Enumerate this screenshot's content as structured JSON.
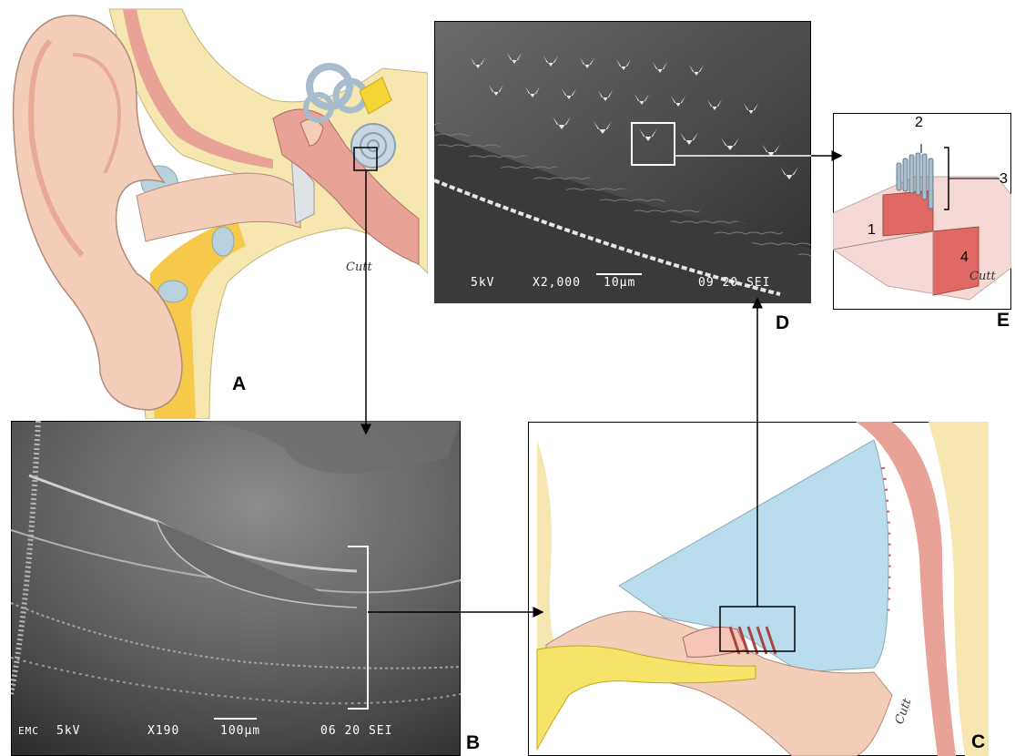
{
  "panels": {
    "a": {
      "label": "A",
      "signature": "Cutt"
    },
    "b": {
      "label": "B",
      "voltage": "5kV",
      "magnification": "X190",
      "scale": "100µm",
      "code": "06 20 SEI",
      "logo": "EMC"
    },
    "c": {
      "label": "C",
      "signature": "Cutt"
    },
    "d": {
      "label": "D",
      "voltage": "5kV",
      "magnification": "X2,000",
      "scale": "10µm",
      "code": "09 20 SEI"
    },
    "e": {
      "label": "E",
      "signature": "Cutt",
      "numbers": [
        "1",
        "2",
        "3",
        "4"
      ]
    }
  },
  "colors": {
    "skin": "#f4cdb8",
    "bone": "#f6e6b0",
    "fat": "#f7c94a",
    "endolymph": "#b9dcec",
    "canal": "#e8a296",
    "hair_cell": "#e06a63",
    "bone_yellow": "#f5e36a"
  }
}
